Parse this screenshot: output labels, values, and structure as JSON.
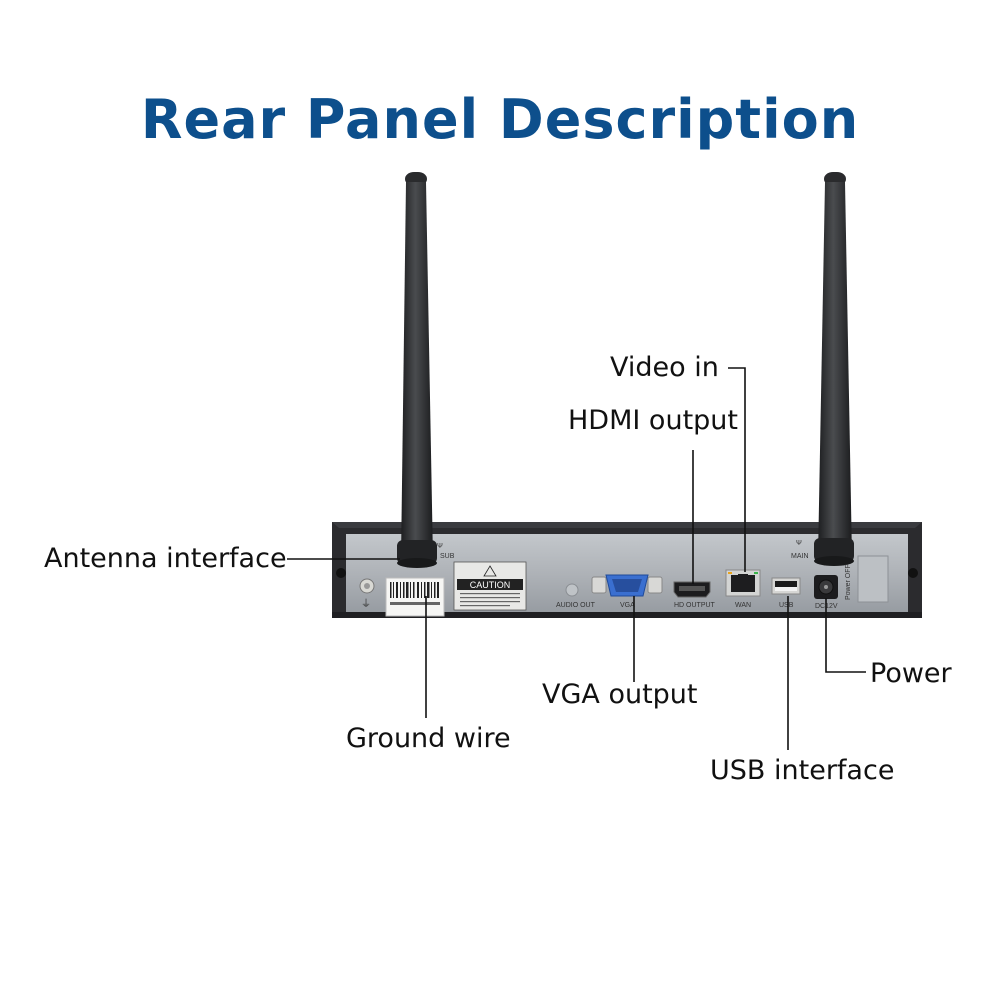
{
  "title": "Rear Panel Description",
  "callouts": {
    "antenna": "Antenna interface",
    "video_in": "Video in",
    "hdmi": "HDMI output",
    "ground": "Ground wire",
    "vga": "VGA output",
    "usb": "USB interface",
    "power": "Power"
  },
  "panel_labels": {
    "sub": "SUB",
    "main": "MAIN",
    "caution": "CAUTION",
    "audio_out": "AUDIO OUT",
    "vga": "VGA",
    "hd_output": "HD OUTPUT",
    "wan": "WAN",
    "usb": "USB",
    "dc": "DC12V",
    "power_switch": "Power OFF"
  },
  "colors": {
    "title": "#0d4f8c",
    "panel": "#a9aeb4",
    "chassis": "#2b2b2e",
    "antenna": "#2e2f31",
    "vga_port": "#3a6fd0"
  },
  "icons": [
    "antenna-icon",
    "ground-symbol-icon",
    "warning-triangle-icon"
  ]
}
